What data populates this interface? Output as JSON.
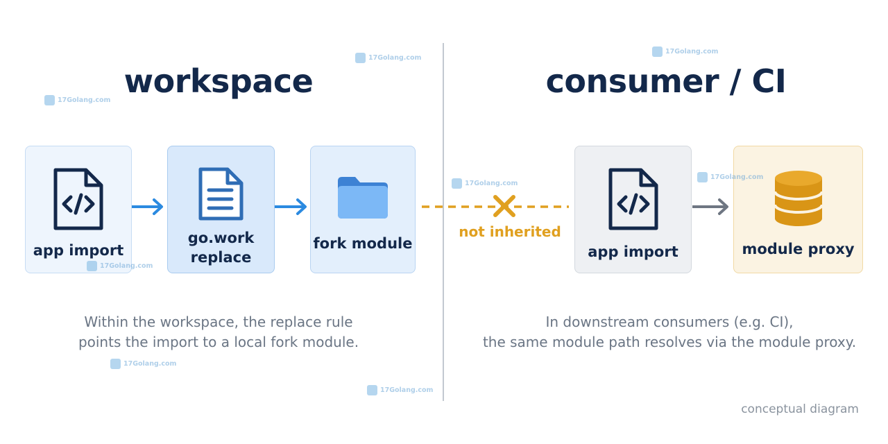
{
  "titles": {
    "left": "workspace",
    "right": "consumer / CI"
  },
  "boxes": {
    "app_import_left": "app import",
    "go_work_replace": "go.work\nreplace",
    "fork_module": "fork module",
    "app_import_right": "app import",
    "module_proxy": "module proxy"
  },
  "connector": {
    "label": "not inherited"
  },
  "captions": {
    "left": "Within the workspace, the replace rule\npoints the import to a local fork module.",
    "right": "In downstream consumers (e.g. CI),\nthe same module path resolves via the module proxy."
  },
  "footer": "conceptual diagram",
  "watermark": "17Golang.com",
  "colors": {
    "title": "#13284a",
    "arrow_blue": "#2b8ae0",
    "not_inherited": "#e0a020",
    "arrow_gray": "#6e7682",
    "db_gold": "#d99516"
  },
  "icons": [
    "code-file-icon",
    "document-icon",
    "folder-icon",
    "code-file-icon",
    "database-icon"
  ]
}
